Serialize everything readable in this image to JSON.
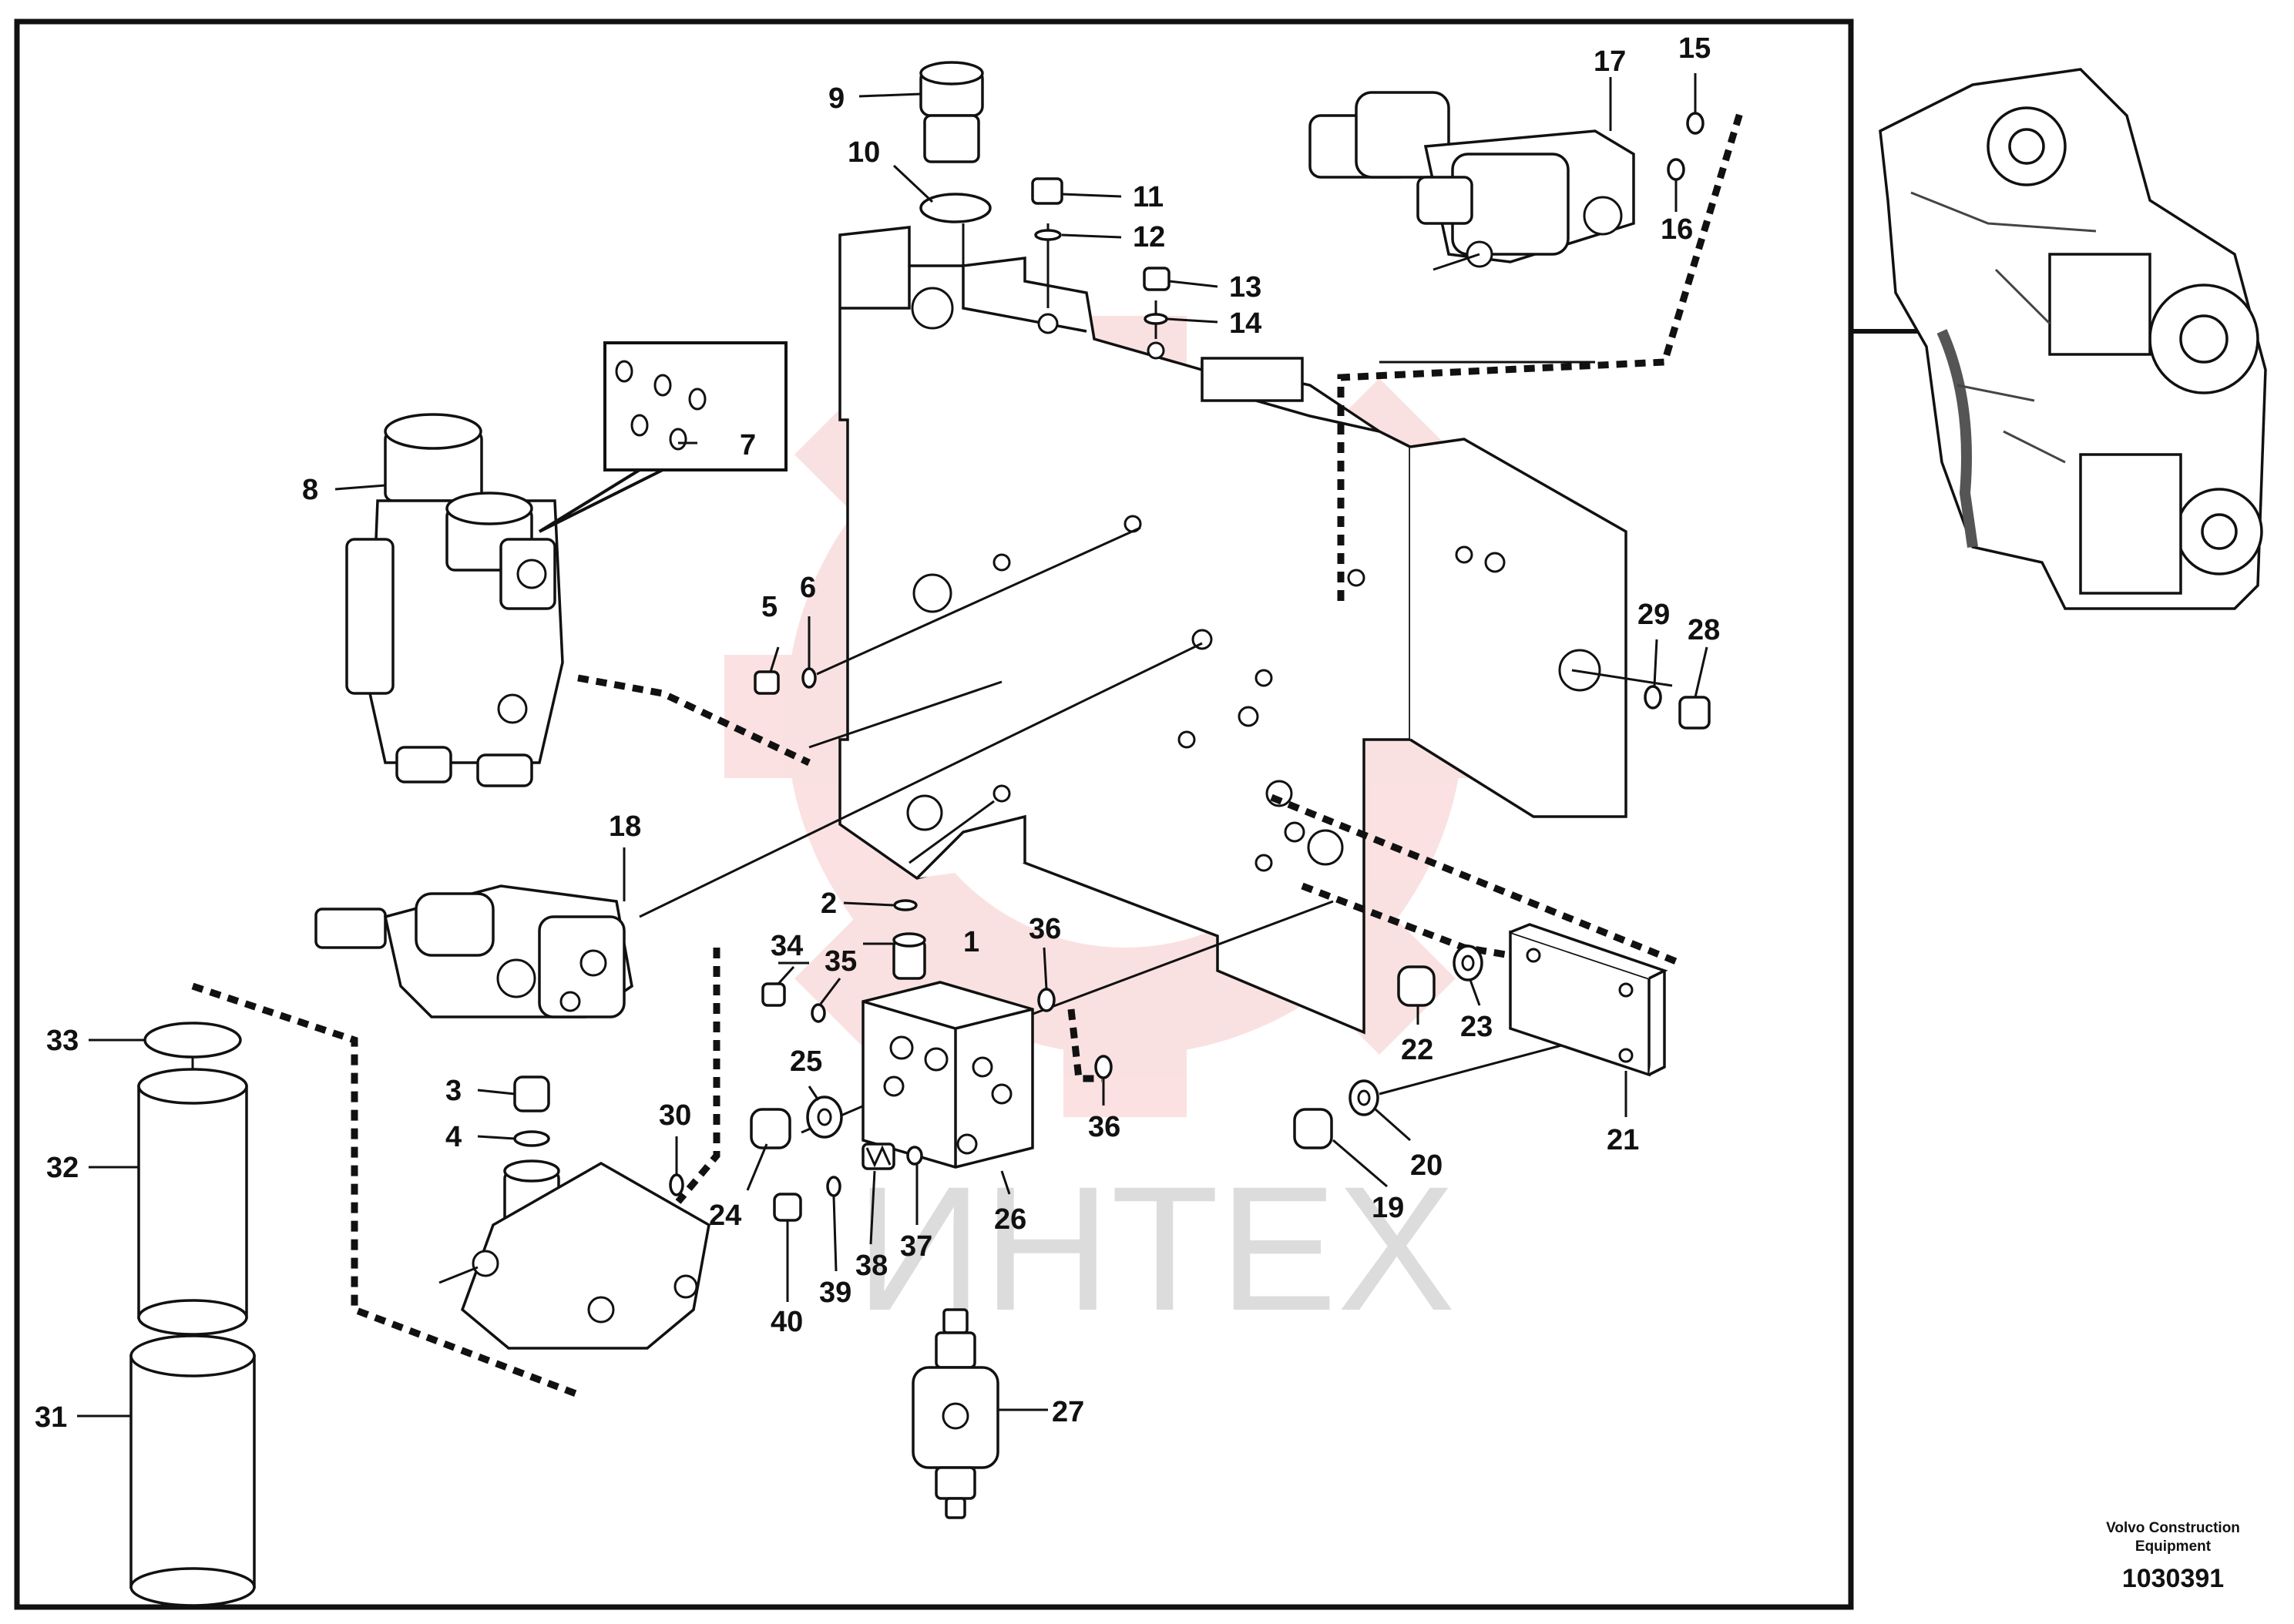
{
  "diagram": {
    "callouts": [
      "1",
      "2",
      "3",
      "4",
      "5",
      "6",
      "7",
      "8",
      "9",
      "10",
      "11",
      "12",
      "13",
      "14",
      "15",
      "16",
      "17",
      "18",
      "19",
      "20",
      "21",
      "22",
      "23",
      "24",
      "25",
      "26",
      "27",
      "28",
      "29",
      "30",
      "31",
      "32",
      "33",
      "34",
      "35",
      "36",
      "37",
      "38",
      "39",
      "40"
    ],
    "watermark_text": "ИНТЕХ"
  },
  "credit": {
    "organization": "Volvo Construction Equipment",
    "drawing_number": "1030391"
  }
}
